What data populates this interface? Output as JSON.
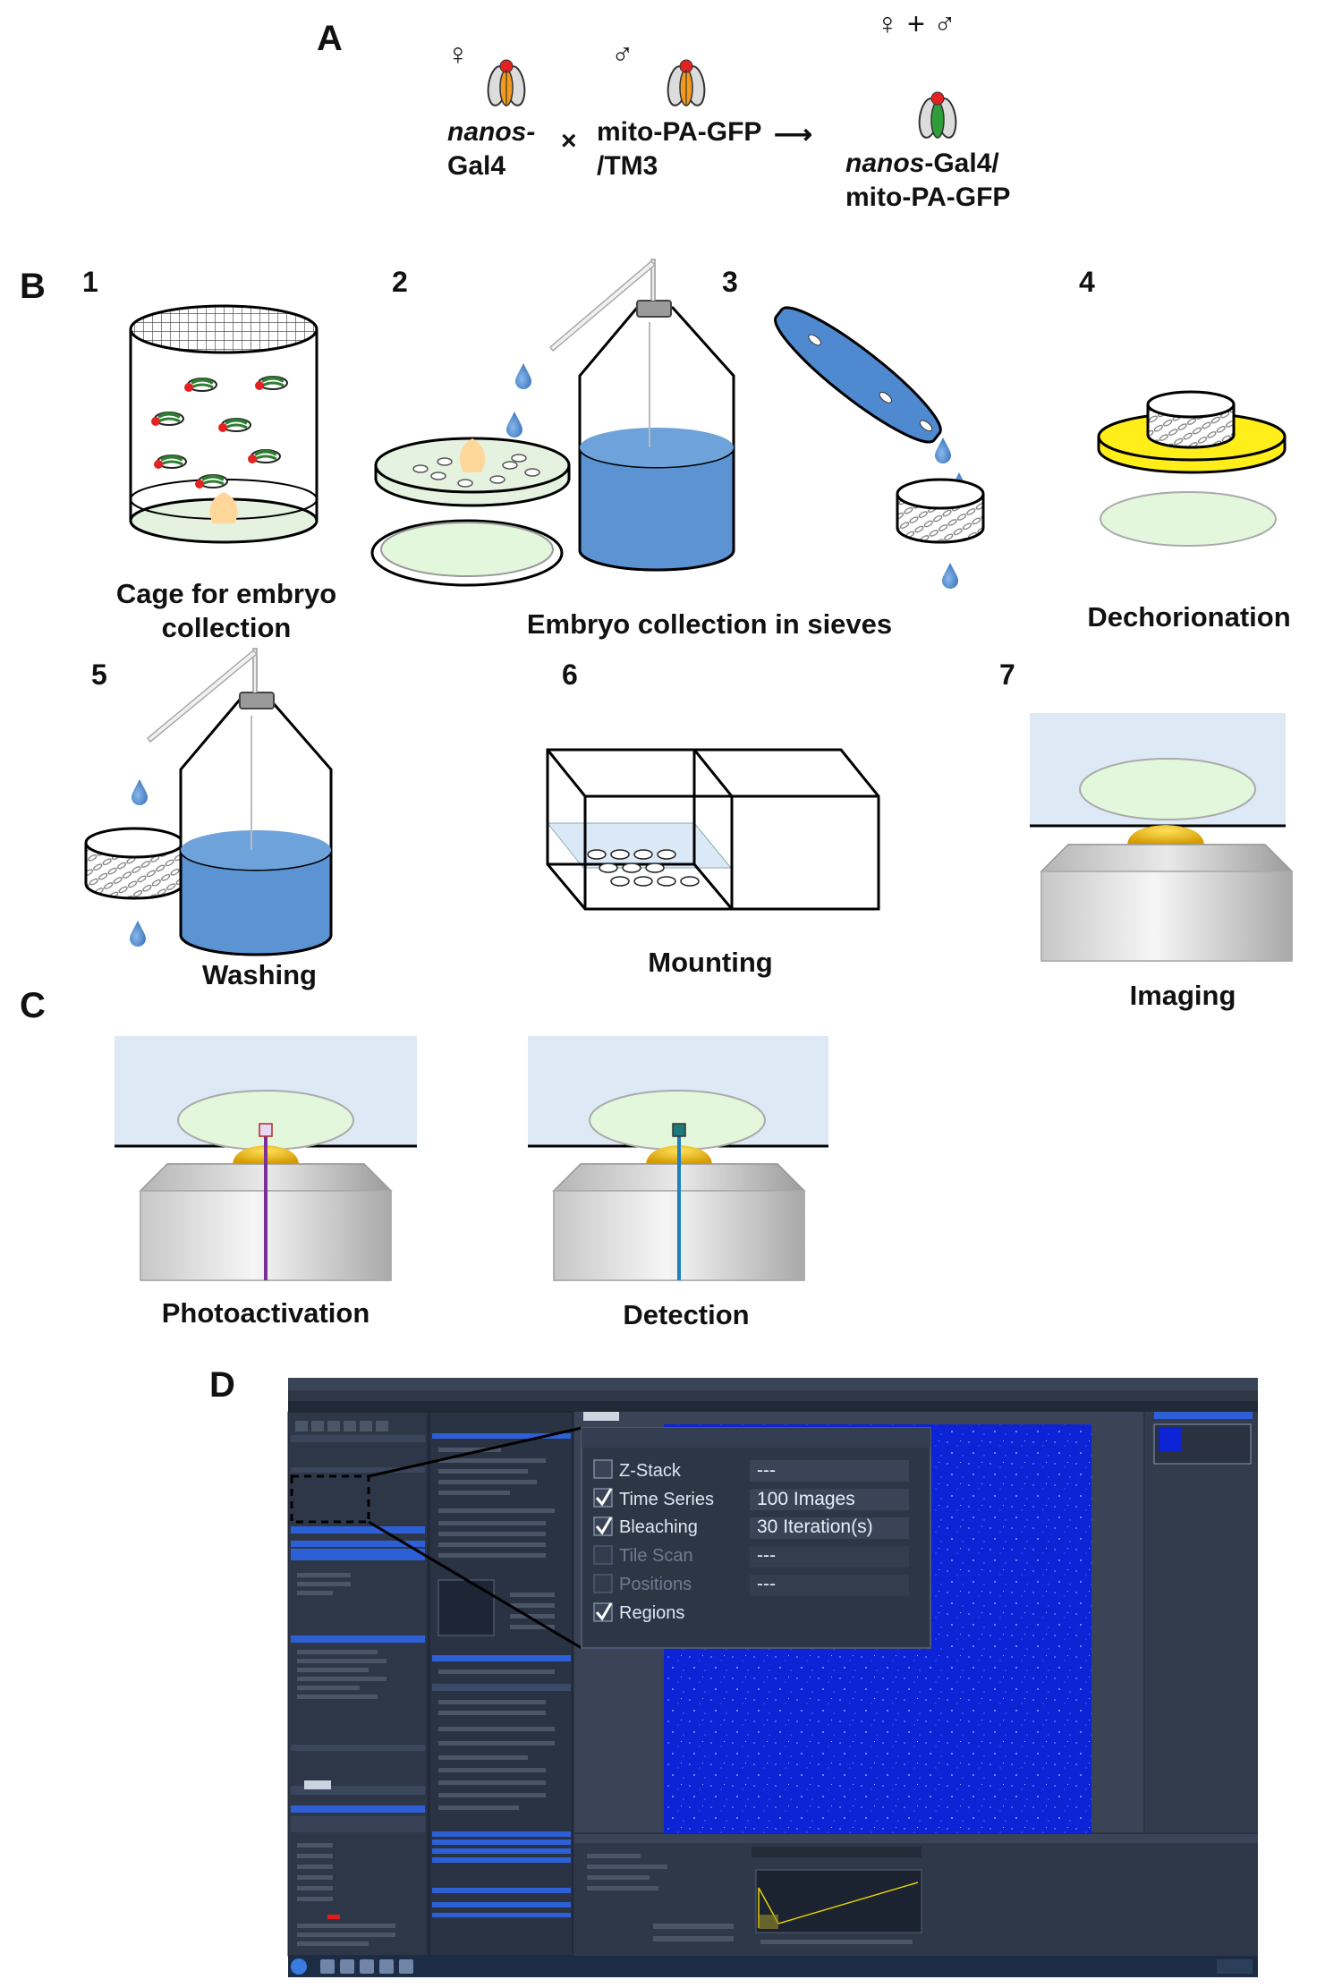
{
  "panels": {
    "a": {
      "letter": "A"
    },
    "b": {
      "letter": "B"
    },
    "c": {
      "letter": "C"
    },
    "d": {
      "letter": "D"
    }
  },
  "cross": {
    "female_symbol": "♀",
    "male_symbol": "♂",
    "offspring_symbol": "♀ + ♂",
    "times": "×",
    "arrow": "⟶",
    "female_line1": "nanos-",
    "female_line2": "Gal4",
    "male_line1": "mito-PA-GFP",
    "male_line2": "/TM3",
    "offspring_line1_italic": "nanos",
    "offspring_line1_rest": "-Gal4/",
    "offspring_line2": "mito-PA-GFP"
  },
  "steps": {
    "s1": {
      "num": "1",
      "caption_line1": "Cage for embryo",
      "caption_line2": "collection"
    },
    "s2": {
      "num": "2"
    },
    "s3": {
      "num": "3"
    },
    "s23_caption": "Embryo collection in sieves",
    "s4": {
      "num": "4",
      "caption": "Dechorionation"
    },
    "s5": {
      "num": "5",
      "caption": "Washing"
    },
    "s6": {
      "num": "6",
      "caption": "Mounting"
    },
    "s7": {
      "num": "7",
      "caption": "Imaging"
    }
  },
  "panel_c": {
    "left_caption": "Photoactivation",
    "right_caption": "Detection"
  },
  "screenshot_zoom": {
    "options": [
      {
        "label": "Z-Stack",
        "checked": false,
        "enabled": true,
        "value": "---"
      },
      {
        "label": "Time Series",
        "checked": true,
        "enabled": true,
        "value": "100 Images"
      },
      {
        "label": "Bleaching",
        "checked": true,
        "enabled": true,
        "value": "30 Iteration(s)"
      },
      {
        "label": "Tile Scan",
        "checked": false,
        "enabled": false,
        "value": "---"
      },
      {
        "label": "Positions",
        "checked": false,
        "enabled": false,
        "value": "---"
      },
      {
        "label": "Regions",
        "checked": true,
        "enabled": true,
        "value": ""
      }
    ]
  },
  "colors": {
    "water_blue": "#5b93d3",
    "embryo_green": "#e3f7dc",
    "coverslip_blue": "#dde9f5",
    "lens_gold": "#f0b400",
    "dechorionation_yellow": "#ffee1a",
    "photoactivation_line": "#7a2f9a",
    "detection_line": "#1e7fc4",
    "ui_background": "#2b3444",
    "ui_accent": "#2d5fd6",
    "image_blue": "#0a1fd8"
  }
}
